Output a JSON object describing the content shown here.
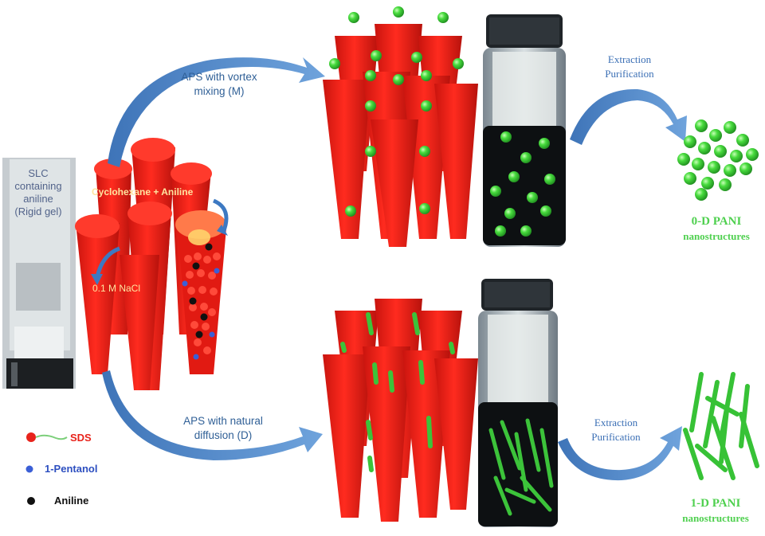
{
  "slc_label": [
    "SLC",
    "containing",
    "aniline",
    "(Rigid gel)"
  ],
  "gel_labels": {
    "cyclohexane_aniline": "Cyclohexane + Aniline",
    "nacl": "0.1 M NaCl"
  },
  "arrows": {
    "top_label": [
      "APS with vortex",
      "mixing (M)"
    ],
    "bottom_label": [
      "APS with natural",
      "diffusion (D)"
    ]
  },
  "extraction": {
    "top": [
      "Extraction",
      "Purification"
    ],
    "bottom": [
      "Extraction",
      "Purification"
    ]
  },
  "products": {
    "top": [
      "0-D PANI",
      "nanostructures"
    ],
    "bottom": [
      "1-D PANI",
      "nanostructures"
    ]
  },
  "legend": [
    {
      "label": "SDS",
      "color": "#e8231b"
    },
    {
      "label": "1-Pentanol",
      "color": "#3b5fd6"
    },
    {
      "label": "Aniline",
      "color": "#111111"
    }
  ],
  "colors": {
    "micelle_red": "#f2241a",
    "particle_green": "#38d13b",
    "arrow_blue": "#4f86c6"
  }
}
